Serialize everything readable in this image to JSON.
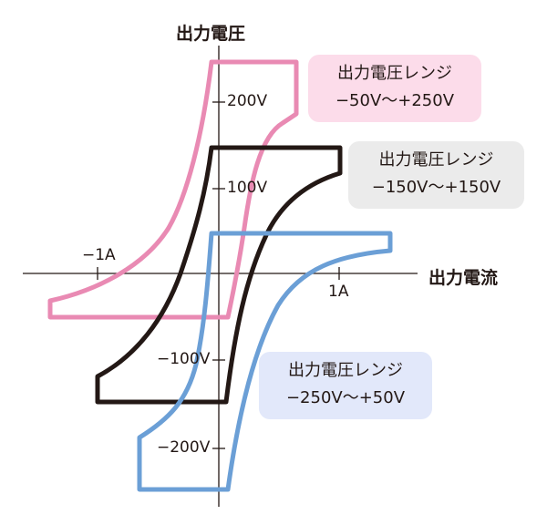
{
  "axes": {
    "y_title": "出力電圧",
    "x_title": "出力電流",
    "x_ticks": [
      {
        "label": "−1A",
        "value": -1
      },
      {
        "label": "1A",
        "value": 1
      }
    ],
    "y_ticks": [
      {
        "label": "200V",
        "value": 200
      },
      {
        "label": "100V",
        "value": 100
      },
      {
        "label": "−100V",
        "value": -100
      },
      {
        "label": "−200V",
        "value": -200
      }
    ]
  },
  "ranges": [
    {
      "title": "出力電圧レンジ",
      "range": "−50V〜+250V",
      "color": "#e98ab3",
      "bg": "#fcdcea"
    },
    {
      "title": "出力電圧レンジ",
      "range": "−150V〜+150V",
      "color": "#231815",
      "bg": "#ebebeb"
    },
    {
      "title": "出力電圧レンジ",
      "range": "−250V〜+50V",
      "color": "#6b9fd6",
      "bg": "#e2e8fa"
    }
  ]
}
